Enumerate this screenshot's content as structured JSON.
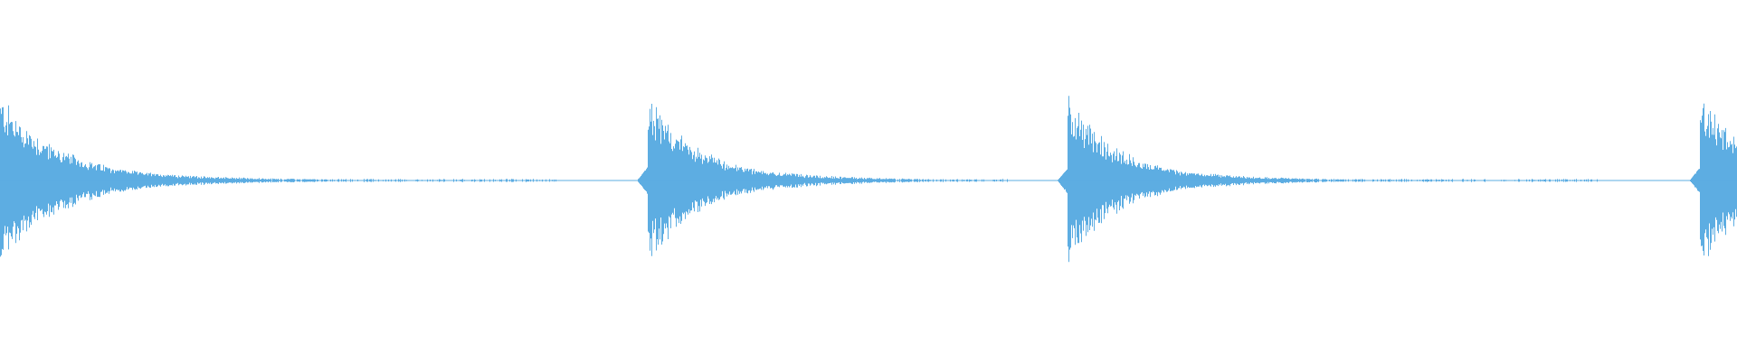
{
  "waveform": {
    "color": "#5DADE2",
    "background": "#FFFFFF",
    "duration_fraction_visible": 1.0,
    "hits": [
      {
        "onset": 0.0,
        "peak_amplitude": 1.0,
        "decay": 0.035,
        "body": 0.42,
        "trail_end": 0.32
      },
      {
        "onset": 0.3725,
        "peak_amplitude": 1.0,
        "decay": 0.03,
        "body": 0.5,
        "trail_end": 0.58
      },
      {
        "onset": 0.6145,
        "peak_amplitude": 1.0,
        "decay": 0.03,
        "body": 0.44,
        "trail_end": 0.92
      },
      {
        "onset": 0.9785,
        "peak_amplitude": 1.0,
        "decay": 0.03,
        "body": 0.52,
        "trail_end": 1.0
      }
    ]
  }
}
